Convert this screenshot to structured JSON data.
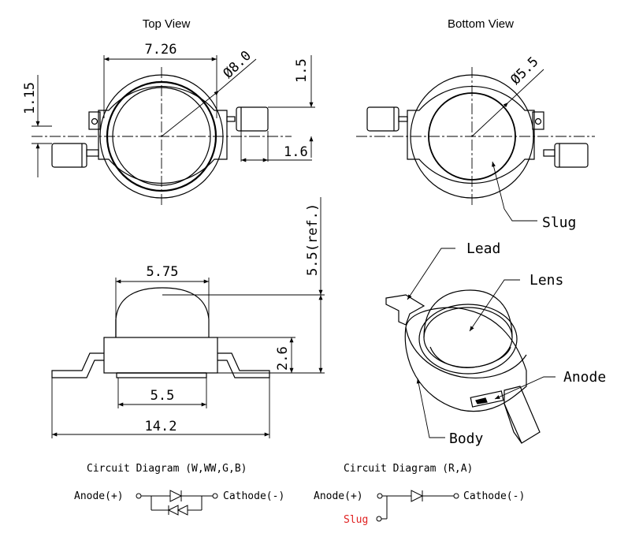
{
  "views": {
    "top_title": "Top View",
    "bottom_title": "Bottom View"
  },
  "dimensions": {
    "top_width": "7.26",
    "top_diameter": "Ø8.0",
    "top_lead_offset": "1.5",
    "top_left_offset": "1.15",
    "top_lead_width": "1.6",
    "bottom_diameter": "Ø5.5",
    "side_height_ref": "5.5(ref.)",
    "side_lens_width": "5.75",
    "side_body_height": "2.6",
    "side_slug_width": "5.5",
    "side_total_width": "14.2"
  },
  "callouts": {
    "slug": "Slug",
    "lead": "Lead",
    "lens": "Lens",
    "anode": "Anode",
    "body": "Body"
  },
  "circuits": {
    "left_title": "Circuit Diagram (W,WW,G,B)",
    "right_title": "Circuit Diagram (R,A)",
    "anode_label": "Anode(+)",
    "cathode_label": "Cathode(-)",
    "slug_label": "Slug",
    "slug_color": "#e02020"
  }
}
